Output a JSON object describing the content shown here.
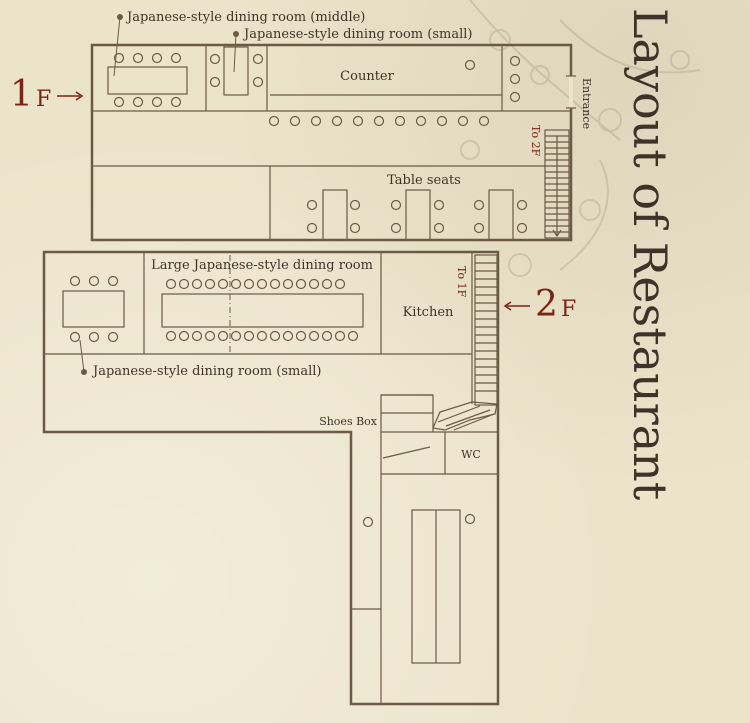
{
  "title": "Layout of Restaurant",
  "floor1": {
    "marker": "1",
    "marker_suffix": "F",
    "rooms": {
      "japanese_middle": "Japanese-style dining room (middle)",
      "japanese_small": "Japanese-style dining room (small)",
      "counter": "Counter",
      "table_seats": "Table seats",
      "entrance": "Entrance",
      "stairs": "To 2F"
    }
  },
  "floor2": {
    "marker": "2",
    "marker_suffix": "F",
    "rooms": {
      "large_japanese": "Large Japanese-style dining room",
      "kitchen": "Kitchen",
      "japanese_small": "Japanese-style dining room (small)",
      "shoes_box": "Shoes Box",
      "wc": "WC",
      "stairs": "To 1F"
    }
  },
  "colors": {
    "background": "#ece3cb",
    "line": "#6b5a46",
    "accent": "#7a2418",
    "text": "#3d3328"
  },
  "decoration": "cherry-blossom-branch"
}
